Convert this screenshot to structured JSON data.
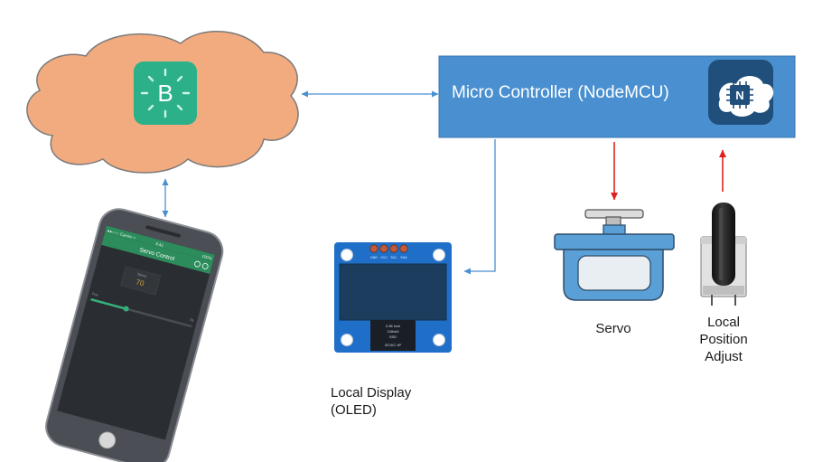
{
  "nodes": {
    "cloud": {
      "app_icon": {
        "letter": "B"
      }
    },
    "micro_controller": {
      "label": "Micro Controller (NodeMCU)",
      "icon_letter": "N"
    },
    "phone": {
      "status_bar_left": "●●○○○ Carrier ≈",
      "status_bar_time": "9:41",
      "status_bar_right": "100%",
      "app_title": "Servo Control",
      "value_label": "Servo",
      "value": "70",
      "slider_label": "Pos",
      "slider_value": "70",
      "slider_level": 0.35
    },
    "oled": {
      "label_line1": "Local Display",
      "label_line2": "(OLED)",
      "pin_labels": [
        "GND",
        "VCC",
        "SCL",
        "SDA"
      ],
      "screen_lines": [
        "0.96 inch",
        "128x64",
        "SSD",
        "I2C/IIC 4P"
      ]
    },
    "servo": {
      "label": "Servo"
    },
    "potentiometer": {
      "label_line1": "Local",
      "label_line2": "Position",
      "label_line3": "Adjust"
    }
  },
  "colors": {
    "cloud_fill": "#f2ab7f",
    "cloud_stroke": "#7a7a7a",
    "app_green": "#2bb08a",
    "mcu_fill": "#4a90d0",
    "mcu_stroke": "#3a76b0",
    "mcu_icon_bg": "#1f4f7a",
    "connector_blue": "#4a90d0",
    "signal_red": "#e02020",
    "servo_fill": "#5a9fd6",
    "oled_board": "#1f6fc9",
    "oled_screen": "#1c3d5e",
    "phone_body": "#4b4e55",
    "phone_screen": "#2a2d31",
    "phone_header": "#2c8c5b"
  },
  "icons": {
    "app": "blynk-icon",
    "mcu": "nodemcu-cloud-icon",
    "display": "oled-display-icon",
    "servo": "servo-icon",
    "knob": "slide-potentiometer-icon",
    "phone": "smartphone-icon"
  }
}
